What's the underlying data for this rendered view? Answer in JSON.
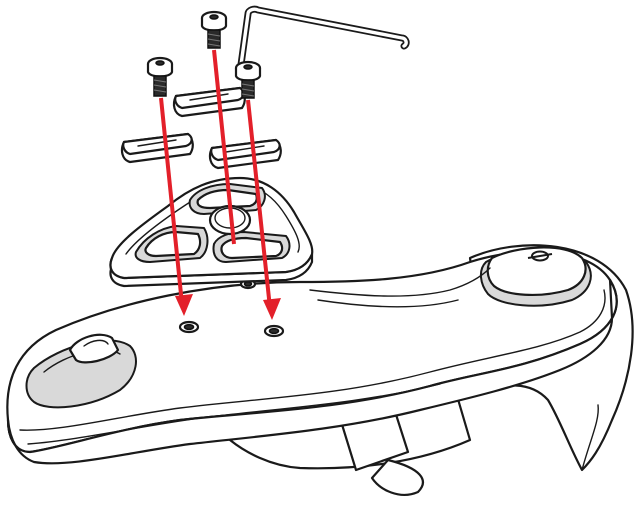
{
  "diagram": {
    "colors": {
      "guide_line": "#e3202a",
      "outline": "#1a1a1a",
      "shade": "#d9d9d9"
    },
    "parts": [
      "hex-key-icon",
      "cleat-bolt",
      "cleat-washer",
      "cleat-plate",
      "shoe-sole",
      "sole-mounting-hole"
    ]
  }
}
